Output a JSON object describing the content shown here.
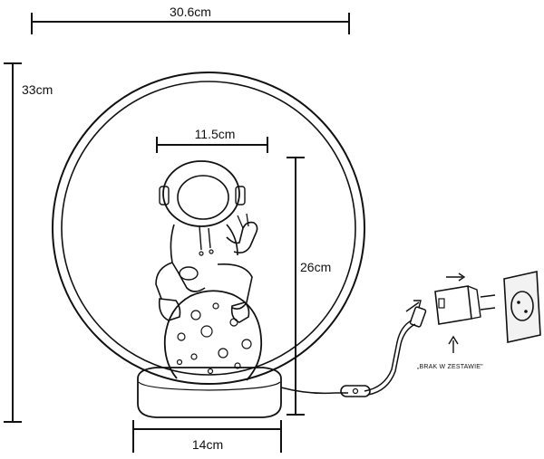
{
  "dimensions": {
    "total_width": "30.6cm",
    "total_height": "33cm",
    "figure_width": "11.5cm",
    "figure_height": "26cm",
    "base_width": "14cm"
  },
  "adapter_note": "„BRAK W ZESTAWIE\"",
  "colors": {
    "line": "#111111",
    "background": "#ffffff",
    "socket": "#f2f2f2"
  }
}
